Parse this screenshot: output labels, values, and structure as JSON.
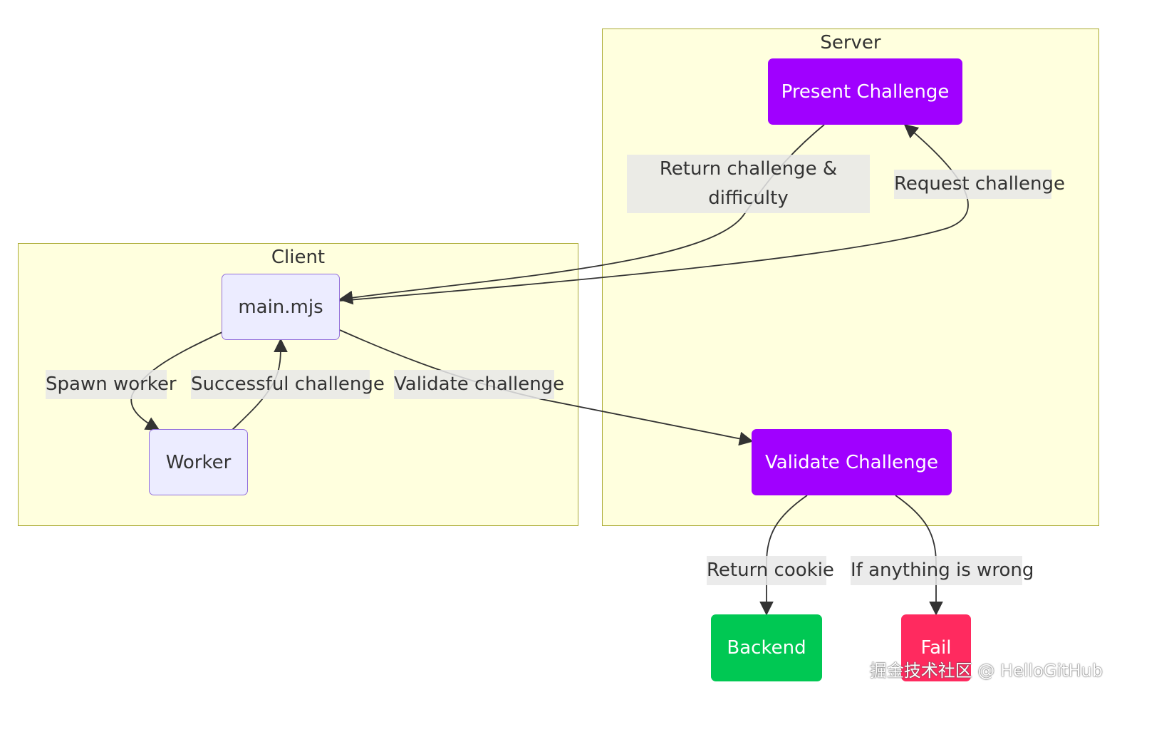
{
  "clusters": {
    "server": "Server",
    "client": "Client"
  },
  "nodes": {
    "present_challenge": "Present Challenge",
    "main_mjs": "main.mjs",
    "worker": "Worker",
    "validate_challenge": "Validate Challenge",
    "backend": "Backend",
    "fail": "Fail"
  },
  "edges": {
    "return_challenge_line1": "Return challenge &",
    "return_challenge_line2": "difficulty",
    "request_challenge": "Request challenge",
    "spawn_worker": "Spawn worker",
    "successful_challenge": "Successful challenge",
    "validate_challenge": "Validate challenge",
    "return_cookie": "Return cookie",
    "if_wrong": "If anything is wrong"
  },
  "colors": {
    "cluster_fill": "#ffffde",
    "cluster_stroke": "#aaaa33",
    "client_node_fill": "#ececff",
    "client_node_stroke": "#9370db",
    "server_node_fill": "#a000ff",
    "backend_fill": "#00c853",
    "fail_fill": "#ff2a5f",
    "edge_color": "#333333",
    "label_bg": "#e8e8e8"
  },
  "watermark": "掘金技术社区 @ HelloGitHub"
}
